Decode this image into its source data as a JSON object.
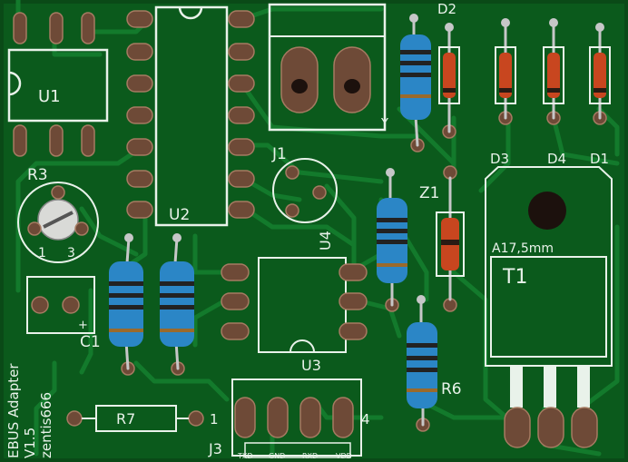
{
  "board": {
    "name_line1": "EBUS Adapter",
    "name_line2": "V1.5",
    "name_line3": "zentis666",
    "colors": {
      "pcb": "#0b5a1c",
      "trace": "#137a2c",
      "silkscreen": "#e9f2ea",
      "pad": "#6e4a37",
      "resistor_body": "#2b86c6",
      "diode_body": "#c8461f"
    }
  },
  "labels": {
    "u1": "U1",
    "u2": "U2",
    "u3": "U3",
    "u4": "U4",
    "r3": "R3",
    "r3_pin1": "1",
    "r3_pin3": "3",
    "c1": "C1",
    "c1_plus": "+",
    "r7": "R7",
    "j1": "J1",
    "j3": "J3",
    "j3_pin1": "1",
    "j3_pin4": "4",
    "j3_pins": [
      "TXD",
      "GND",
      "RXD",
      "VDD"
    ],
    "d1": "D1",
    "d2": "D2",
    "d3": "D3",
    "d4": "D4",
    "z1": "Z1",
    "r6": "R6",
    "t1": "T1",
    "heatsink": "A17,5mm",
    "terminal_y": "Y"
  }
}
